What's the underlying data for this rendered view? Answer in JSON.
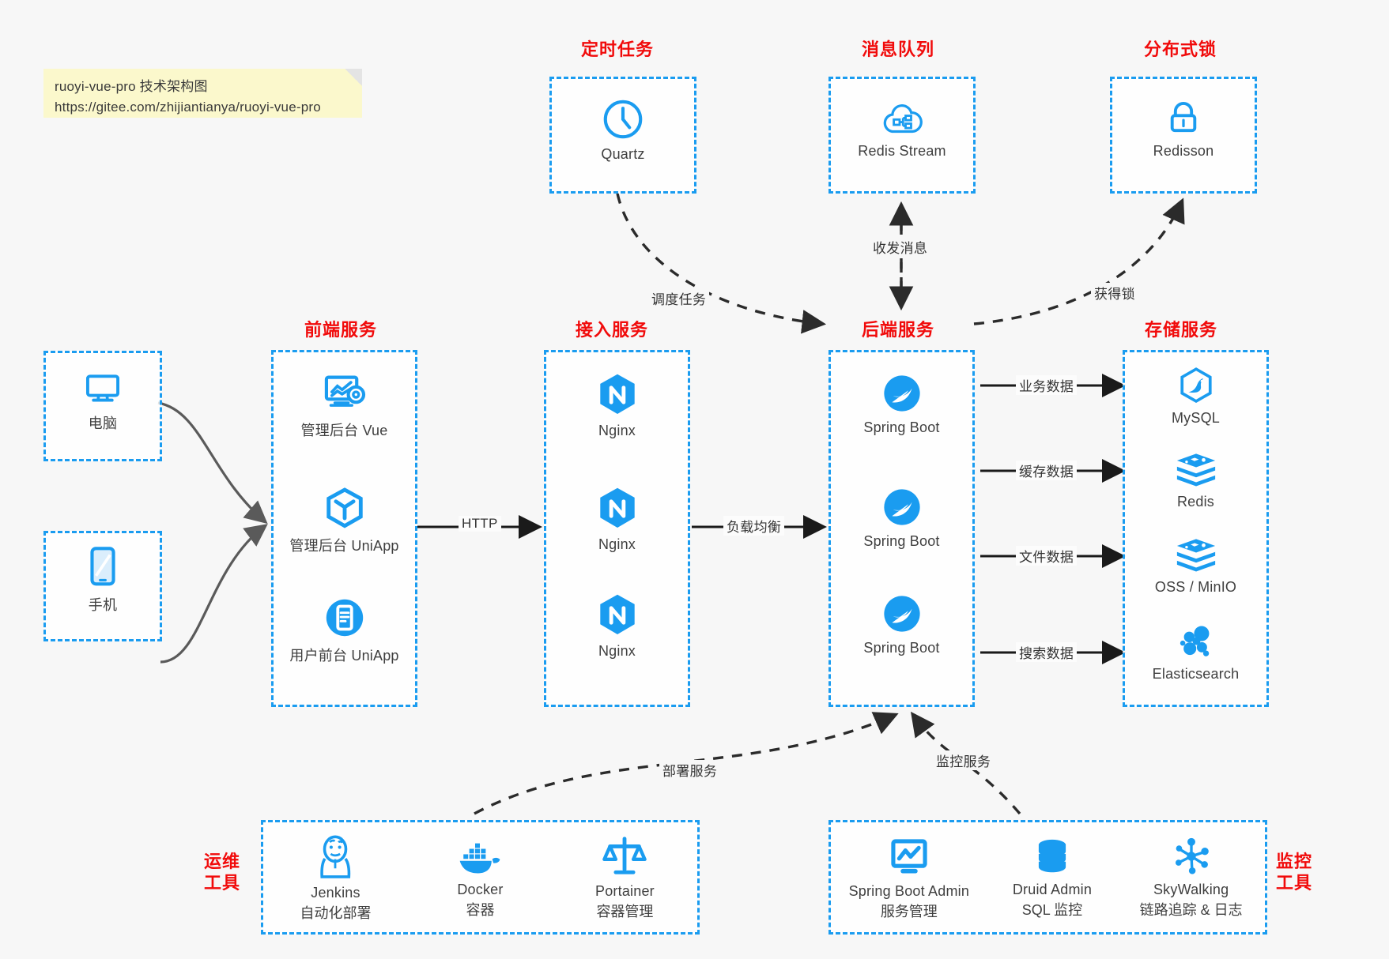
{
  "note": {
    "line1": "ruoyi-vue-pro 技术架构图",
    "line2": "https://gitee.com/zhijiantianya/ruoyi-vue-pro"
  },
  "colors": {
    "accent_blue": "#1a9cf0",
    "title_red": "#f10b0b",
    "note_yellow": "#fbf8cc",
    "background": "#f7f7f7",
    "edge_gray": "#555555"
  },
  "groups": {
    "scheduler": {
      "title": "定时任务",
      "items": [
        {
          "label": "Quartz",
          "icon": "clock-icon"
        }
      ]
    },
    "mq": {
      "title": "消息队列",
      "items": [
        {
          "label": "Redis Stream",
          "icon": "cloud-stream-icon"
        }
      ]
    },
    "lock": {
      "title": "分布式锁",
      "items": [
        {
          "label": "Redisson",
          "icon": "padlock-icon"
        }
      ]
    },
    "clients": {
      "pc": {
        "label": "电脑",
        "icon": "desktop-icon"
      },
      "mobile": {
        "label": "手机",
        "icon": "smartphone-icon"
      }
    },
    "frontend": {
      "title": "前端服务",
      "items": [
        {
          "label": "管理后台 Vue",
          "icon": "dashboard-vue-icon"
        },
        {
          "label": "管理后台 UniApp",
          "icon": "cube-icon"
        },
        {
          "label": "用户前台 UniApp",
          "icon": "mobile-app-icon"
        }
      ]
    },
    "gateway": {
      "title": "接入服务",
      "items": [
        {
          "label": "Nginx",
          "icon": "nginx-icon"
        },
        {
          "label": "Nginx",
          "icon": "nginx-icon"
        },
        {
          "label": "Nginx",
          "icon": "nginx-icon"
        }
      ]
    },
    "backend": {
      "title": "后端服务",
      "items": [
        {
          "label": "Spring Boot",
          "icon": "spring-boot-icon"
        },
        {
          "label": "Spring Boot",
          "icon": "spring-boot-icon"
        },
        {
          "label": "Spring Boot",
          "icon": "spring-boot-icon"
        }
      ]
    },
    "storage": {
      "title": "存储服务",
      "items": [
        {
          "label": "MySQL",
          "icon": "mysql-icon"
        },
        {
          "label": "Redis",
          "icon": "redis-icon"
        },
        {
          "label": "OSS / MinIO",
          "icon": "redis-icon"
        },
        {
          "label": "Elasticsearch",
          "icon": "elasticsearch-icon"
        }
      ]
    },
    "devops": {
      "title": "运维\n工具",
      "title_l1": "运维",
      "title_l2": "工具",
      "items": [
        {
          "label": "Jenkins",
          "sublabel": "自动化部署",
          "icon": "jenkins-icon"
        },
        {
          "label": "Docker",
          "sublabel": "容器",
          "icon": "docker-icon"
        },
        {
          "label": "Portainer",
          "sublabel": "容器管理",
          "icon": "scales-icon"
        }
      ]
    },
    "monitoring": {
      "title": "监控\n工具",
      "title_l1": "监控",
      "title_l2": "工具",
      "items": [
        {
          "label": "Spring Boot Admin",
          "sublabel": "服务管理",
          "icon": "monitor-chart-icon"
        },
        {
          "label": "Druid Admin",
          "sublabel": "SQL 监控",
          "icon": "database-icon"
        },
        {
          "label": "SkyWalking",
          "sublabel": "链路追踪 & 日志",
          "icon": "skywalking-icon"
        }
      ]
    }
  },
  "edges": [
    {
      "label": "调度任务",
      "from": "scheduler",
      "to": "backend",
      "style": "dashed"
    },
    {
      "label": "收发消息",
      "from": "backend",
      "to": "mq",
      "style": "dashed-bidirectional"
    },
    {
      "label": "获得锁",
      "from": "backend",
      "to": "lock",
      "style": "dashed"
    },
    {
      "label": "HTTP",
      "from": "frontend",
      "to": "gateway",
      "style": "solid"
    },
    {
      "label": "负载均衡",
      "from": "gateway",
      "to": "backend",
      "style": "solid"
    },
    {
      "label": "业务数据",
      "from": "backend",
      "to": "MySQL",
      "style": "solid"
    },
    {
      "label": "缓存数据",
      "from": "backend",
      "to": "Redis",
      "style": "solid"
    },
    {
      "label": "文件数据",
      "from": "backend",
      "to": "OSS / MinIO",
      "style": "solid"
    },
    {
      "label": "搜索数据",
      "from": "backend",
      "to": "Elasticsearch",
      "style": "solid"
    },
    {
      "label": "部署服务",
      "from": "devops",
      "to": "backend",
      "style": "dashed"
    },
    {
      "label": "监控服务",
      "from": "monitoring",
      "to": "backend",
      "style": "dashed"
    }
  ]
}
